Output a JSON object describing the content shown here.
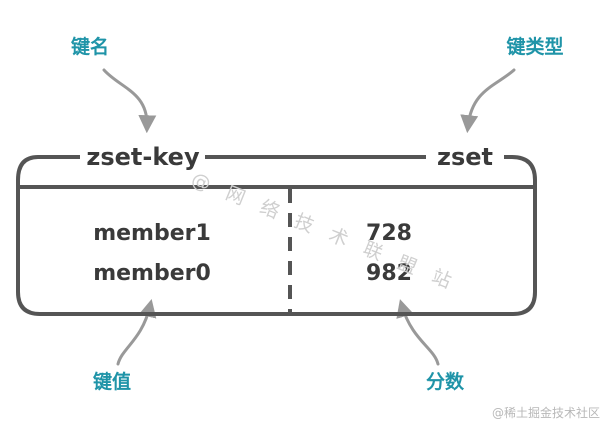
{
  "labels": {
    "key_name": "键名",
    "key_type": "键类型",
    "key_value": "键值",
    "score": "分数"
  },
  "zset": {
    "key": "zset-key",
    "type": "zset",
    "rows": [
      {
        "member": "member1",
        "score": "728"
      },
      {
        "member": "member0",
        "score": "982"
      }
    ]
  },
  "watermark": "@ 网 络 技 术 联 盟 站",
  "credit": "@稀土掘金技术社区",
  "colors": {
    "accent": "#1f94a8",
    "stroke": "#555555",
    "arrow": "#999999",
    "text": "#3a3a3a"
  }
}
